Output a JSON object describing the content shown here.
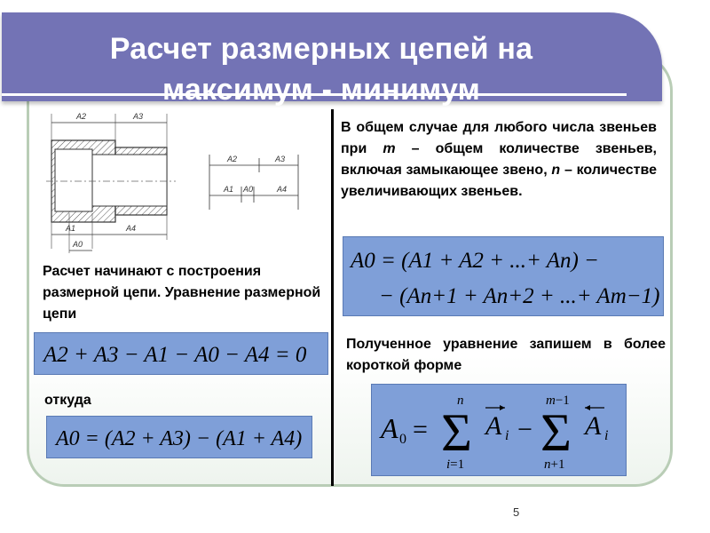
{
  "slide": {
    "title_line1": "Расчет размерных цепей на",
    "title_line2": "максимум - минимум",
    "page_number": "5"
  },
  "left": {
    "paragraph1": "Расчет  начинают с построения размерной цепи. Уравнение размерной цепи",
    "equation1": "A2 + A3 − A1 − A0 − A4 = 0",
    "whence": "откуда",
    "equation2": "A0 = (A2 + A3) − (A1 + A4)"
  },
  "right": {
    "paragraph1_a": "В общем случае для любого числа звеньев при ",
    "m_var": "m",
    "paragraph1_b": " – общем количестве звеньев, включая замыкающее звено, ",
    "n_var": "n",
    "paragraph1_c": " – количестве увеличивающих звеньев.",
    "equation3_line1": "A0 = (A1 + A2 + ...+ An) −",
    "equation3_line2": "− (An+1 + An+2 + ...+ Am−1)",
    "paragraph2": "Полученное уравнение запишем в более  короткой форме",
    "equation4": "A0 = Σ(i=1..n) Ai − Σ(n+1..m−1) Ai"
  },
  "drawing_labels": {
    "part": [
      "A2",
      "A3",
      "A1",
      "A4",
      "A0"
    ],
    "chain": [
      "A2",
      "A3",
      "A1",
      "A0",
      "A4"
    ]
  }
}
